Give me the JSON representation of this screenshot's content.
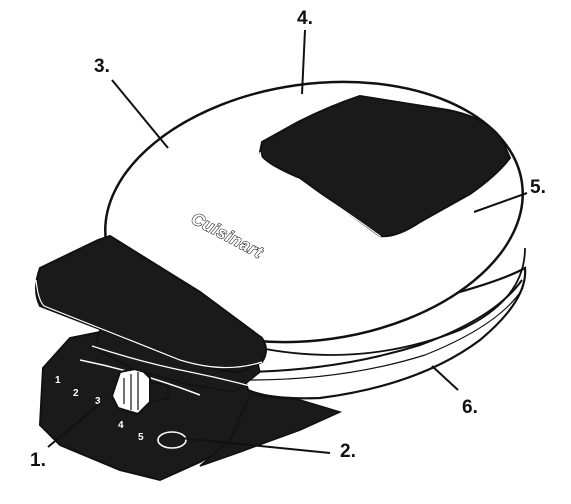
{
  "brand": "Cuisinart",
  "callouts": [
    {
      "label": "1."
    },
    {
      "label": "2."
    },
    {
      "label": "3."
    },
    {
      "label": "4."
    },
    {
      "label": "5."
    },
    {
      "label": "6."
    }
  ],
  "dial_numbers": [
    "1",
    "2",
    "3",
    "4",
    "5"
  ],
  "colors": {
    "body": "#ffffff",
    "handle": "#1a1a1a",
    "outline": "#111111"
  }
}
